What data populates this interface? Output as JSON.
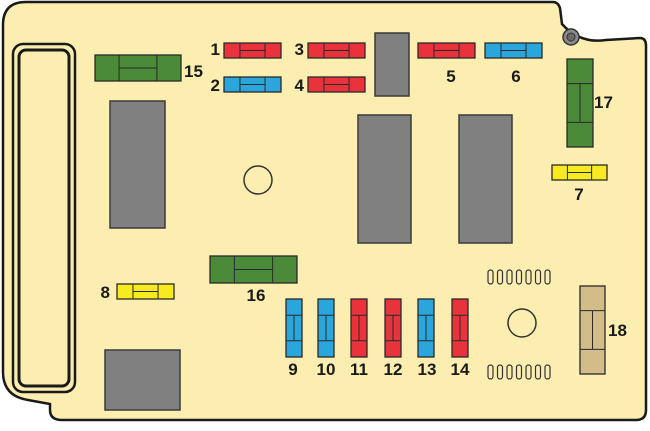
{
  "colors": {
    "board_fill": "#fbeeb0",
    "outline": "#1a1a1a",
    "relay": "#808080",
    "red": "#e8323c",
    "blue": "#2aa6dc",
    "yellow": "#f7ea20",
    "green": "#4a8a38",
    "tan": "#d2bc8a"
  },
  "fuses": [
    {
      "label": "1",
      "color": "red"
    },
    {
      "label": "2",
      "color": "blue"
    },
    {
      "label": "3",
      "color": "red"
    },
    {
      "label": "4",
      "color": "red"
    },
    {
      "label": "5",
      "color": "red"
    },
    {
      "label": "6",
      "color": "blue"
    },
    {
      "label": "7",
      "color": "yellow"
    },
    {
      "label": "8",
      "color": "yellow"
    },
    {
      "label": "9",
      "color": "blue"
    },
    {
      "label": "10",
      "color": "blue"
    },
    {
      "label": "11",
      "color": "red"
    },
    {
      "label": "12",
      "color": "red"
    },
    {
      "label": "13",
      "color": "blue"
    },
    {
      "label": "14",
      "color": "red"
    },
    {
      "label": "15",
      "color": "green"
    },
    {
      "label": "16",
      "color": "green"
    },
    {
      "label": "17",
      "color": "green"
    },
    {
      "label": "18",
      "color": "tan"
    }
  ]
}
